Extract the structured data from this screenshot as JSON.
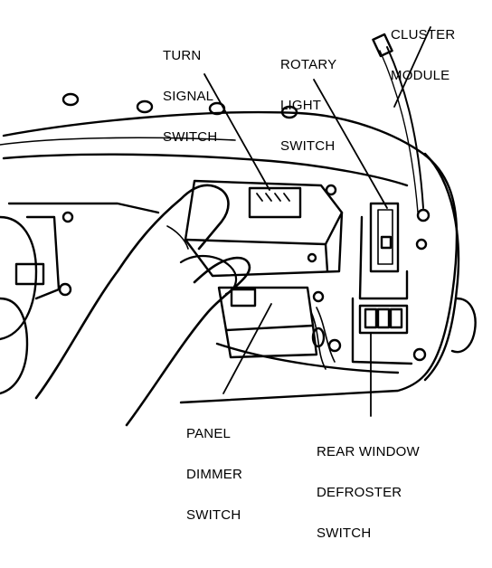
{
  "colors": {
    "ink": "#000000",
    "paper": "#ffffff",
    "shade": "#1a1a1a"
  },
  "labels": {
    "turn_signal_switch": [
      "TURN",
      "SIGNAL",
      "SWITCH"
    ],
    "rotary_light_switch": [
      "ROTARY",
      "LIGHT",
      "SWITCH"
    ],
    "cluster_module": [
      "CLUSTER",
      "MODULE"
    ],
    "panel_dimmer_switch": [
      "PANEL",
      "DIMMER",
      "SWITCH"
    ],
    "rear_window_defroster_switch": [
      "REAR WINDOW",
      "DEFROSTER",
      "SWITCH"
    ]
  }
}
